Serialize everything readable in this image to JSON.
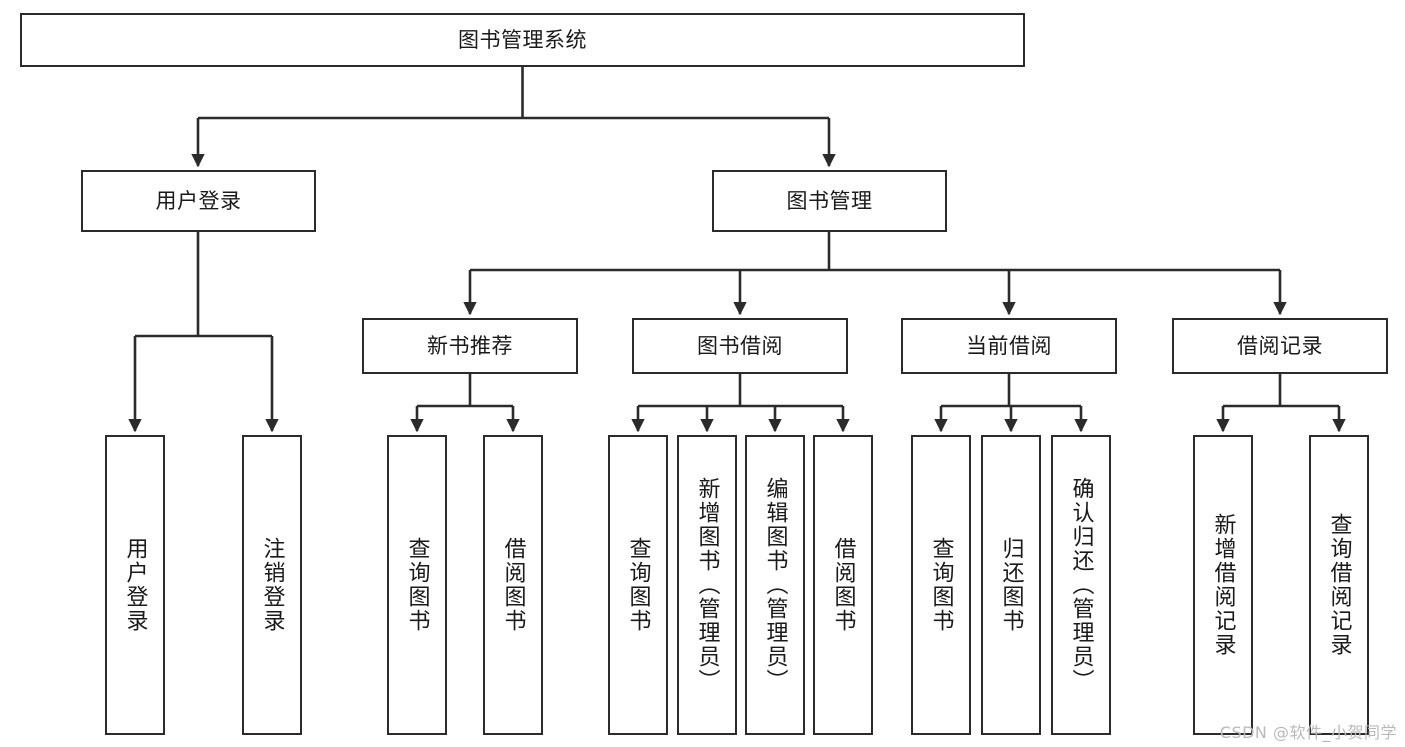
{
  "diagram": {
    "title": "图书管理系统",
    "watermark": "CSDN @软件_小贺同学",
    "line_color": "#2b2b2b",
    "box_fill": "#ffffff",
    "text_color": "#1a1a1a",
    "watermark_color": "#b9b9b9"
  },
  "nodes": {
    "root": {
      "label": "图书管理系统"
    },
    "level1": [
      {
        "id": "user-login",
        "label": "用户登录"
      },
      {
        "id": "book-management",
        "label": "图书管理"
      }
    ],
    "level2": [
      {
        "id": "new-book-recommend",
        "label": "新书推荐"
      },
      {
        "id": "book-borrow",
        "label": "图书借阅"
      },
      {
        "id": "current-borrow",
        "label": "当前借阅"
      },
      {
        "id": "borrow-record",
        "label": "借阅记录"
      }
    ],
    "leaves": {
      "user-login": [
        {
          "id": "leaf-user-login",
          "label": "用户登录"
        },
        {
          "id": "leaf-logout-login",
          "label": "注销登录"
        }
      ],
      "new-book-recommend": [
        {
          "id": "leaf-query-book-1",
          "label": "查询图书"
        },
        {
          "id": "leaf-borrow-book-1",
          "label": "借阅图书"
        }
      ],
      "book-borrow": [
        {
          "id": "leaf-query-book-2",
          "label": "查询图书"
        },
        {
          "id": "leaf-add-book",
          "label": "新增图书（管理员）"
        },
        {
          "id": "leaf-edit-book",
          "label": "编辑图书（管理员）"
        },
        {
          "id": "leaf-borrow-book-2",
          "label": "借阅图书"
        }
      ],
      "current-borrow": [
        {
          "id": "leaf-query-book-3",
          "label": "查询图书"
        },
        {
          "id": "leaf-return-book",
          "label": "归还图书"
        },
        {
          "id": "leaf-confirm-return",
          "label": "确认归还（管理员）"
        }
      ],
      "borrow-record": [
        {
          "id": "leaf-add-record",
          "label": "新增借阅记录"
        },
        {
          "id": "leaf-query-record",
          "label": "查询借阅记录"
        }
      ]
    }
  },
  "chart_data": {
    "type": "diagram",
    "diagram_type": "tree",
    "title": "图书管理系统",
    "orientation": "top-down",
    "tree": {
      "name": "图书管理系统",
      "children": [
        {
          "name": "用户登录",
          "children": [
            {
              "name": "用户登录"
            },
            {
              "name": "注销登录"
            }
          ]
        },
        {
          "name": "图书管理",
          "children": [
            {
              "name": "新书推荐",
              "children": [
                {
                  "name": "查询图书"
                },
                {
                  "name": "借阅图书"
                }
              ]
            },
            {
              "name": "图书借阅",
              "children": [
                {
                  "name": "查询图书"
                },
                {
                  "name": "新增图书（管理员）"
                },
                {
                  "name": "编辑图书（管理员）"
                },
                {
                  "name": "借阅图书"
                }
              ]
            },
            {
              "name": "当前借阅",
              "children": [
                {
                  "name": "查询图书"
                },
                {
                  "name": "归还图书"
                },
                {
                  "name": "确认归还（管理员）"
                }
              ]
            },
            {
              "name": "借阅记录",
              "children": [
                {
                  "name": "新增借阅记录"
                },
                {
                  "name": "查询借阅记录"
                }
              ]
            }
          ]
        }
      ]
    }
  }
}
